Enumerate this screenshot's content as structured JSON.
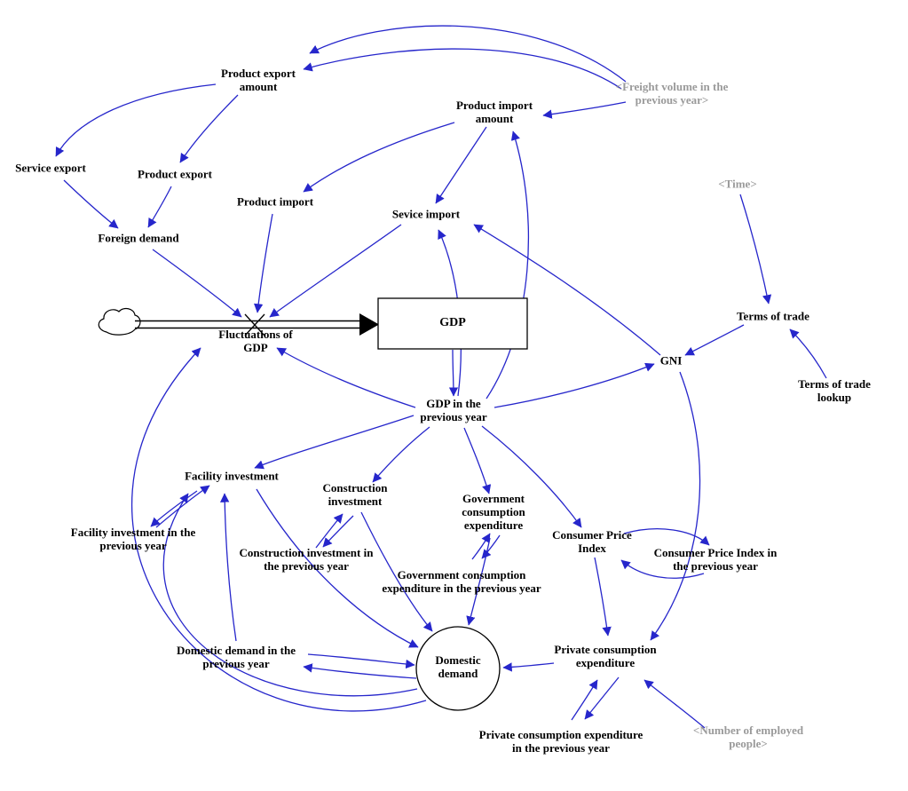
{
  "diagram_type": "system-dynamics-stock-flow",
  "colors": {
    "link": "#2626cb",
    "shadow_variable": "#9a9a9a",
    "text": "#000000",
    "structure": "#000000"
  },
  "nodes": {
    "product_export_amount": "Product export amount",
    "product_import_amount": "Product import amount",
    "freight_volume_prev": "<Freight volume in the previous year>",
    "service_export": "Service export",
    "product_export": "Product export",
    "product_import": "Product import",
    "sevice_import": "Sevice import",
    "time": "<Time>",
    "foreign_demand": "Foreign demand",
    "fluctuations_of_gdp": "Fluctuations of GDP",
    "gdp": "GDP",
    "terms_of_trade": "Terms of trade",
    "gni": "GNI",
    "terms_of_trade_lookup": "Terms of trade lookup",
    "gdp_prev": "GDP in the previous year",
    "facility_investment": "Facility investment",
    "construction_investment": "Construction investment",
    "government_consumption": "Government consumption expenditure",
    "facility_investment_prev": "Facility investment in the previous year",
    "construction_investment_prev": "Construction investment in the previous year",
    "government_consumption_prev": "Government consumption expenditure in the previous year",
    "consumer_price_index": "Consumer Price Index",
    "consumer_price_index_prev": "Consumer Price Index in the previous year",
    "domestic_demand_prev": "Domestic demand in the previous year",
    "domestic_demand": "Domestic demand",
    "private_consumption": "Private consumption expenditure",
    "private_consumption_prev": "Private consumption expenditure in the previous year",
    "number_employed": "<Number of employed people>"
  }
}
